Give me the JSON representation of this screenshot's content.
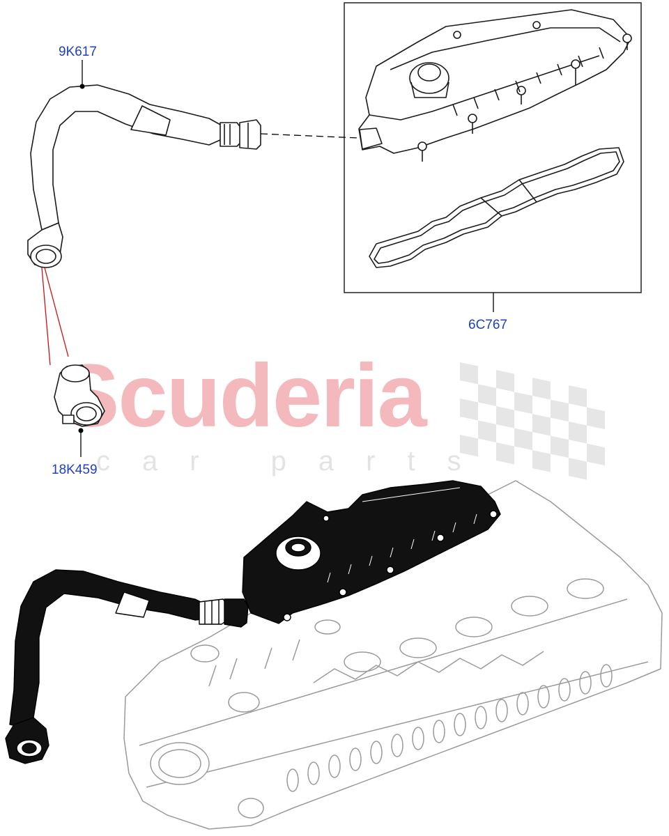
{
  "watermark": {
    "brand": "Scuderia",
    "tagline": "car parts",
    "brand_color": "#f3b9bd",
    "tagline_color": "#e3e3e3"
  },
  "callouts": [
    {
      "id": "hose",
      "label": "9K617"
    },
    {
      "id": "cover-kit",
      "label": "6C767"
    },
    {
      "id": "connector",
      "label": "18K459"
    }
  ],
  "colors": {
    "callout_text": "#1f3fbf",
    "leader_line": "#000000",
    "connector_leader": "#d01010",
    "part_outline": "#1a1a1a",
    "assembly_outline": "#9a9a9a",
    "highlight_fill": "#111111"
  }
}
